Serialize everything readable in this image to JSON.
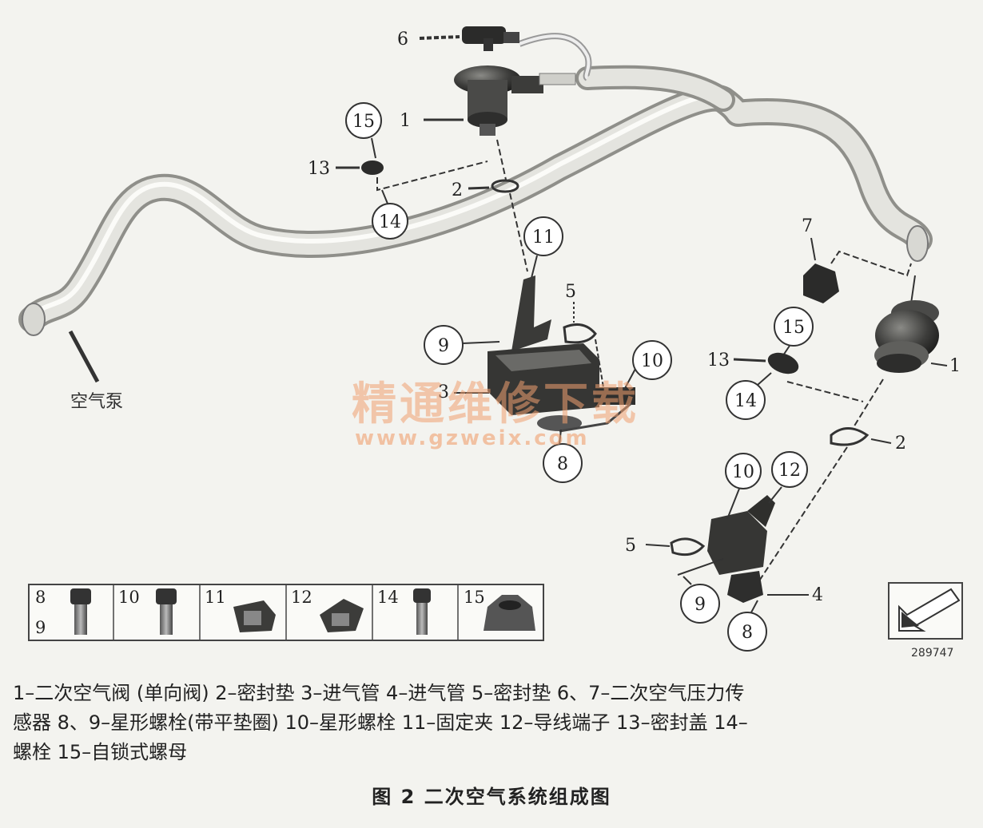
{
  "diagram": {
    "pump_label": "空气泵",
    "drawing_number": "289747",
    "watermark": {
      "main": "精通维修下载",
      "url": "www.gzweix.com"
    },
    "left_group": {
      "c15": "15",
      "c14": "14",
      "c11": "11",
      "c9": "9",
      "c10": "10",
      "c8": "8",
      "n6": "6",
      "n1": "1",
      "n13": "13",
      "n2": "2",
      "n5": "5",
      "n3": "3"
    },
    "right_group": {
      "n7": "7",
      "c15": "15",
      "c14": "14",
      "n13": "13",
      "n1": "1",
      "n2": "2",
      "c10": "10",
      "c12": "12",
      "n5": "5",
      "c9": "9",
      "n4": "4",
      "c8": "8"
    },
    "legend": [
      {
        "label_a": "8",
        "label_b": "9"
      },
      {
        "label_a": "10"
      },
      {
        "label_a": "11"
      },
      {
        "label_a": "12"
      },
      {
        "label_a": "14"
      },
      {
        "label_a": "15"
      }
    ]
  },
  "caption": {
    "line1": "1–二次空气阀 (单向阀) 2–密封垫 3–进气管 4–进气管 5–密封垫 6、7–二次空气压力传",
    "line2": "感器 8、9–星形螺栓(带平垫圈) 10–星形螺栓 11–固定夹 12–导线端子 13–密封盖 14–",
    "line3": "螺栓 15–自锁式螺母"
  },
  "figure_title": "图 2 二次空气系统组成图",
  "colors": {
    "background": "#f3f3ef",
    "part_dark": "#333333",
    "hose": "#d6d6d2",
    "watermark": "#f0a070"
  }
}
